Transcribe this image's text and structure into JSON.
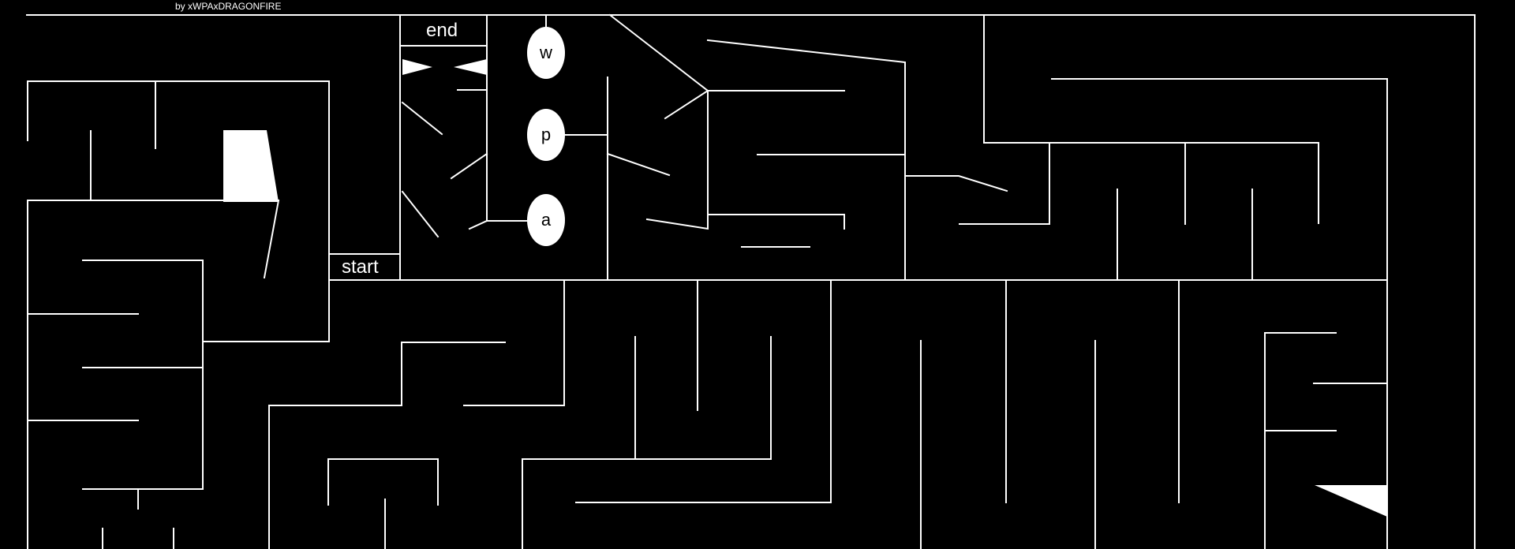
{
  "credit": "by xWPAxDRAGONFIRE",
  "labels": {
    "start": "start",
    "end": "end"
  },
  "nodes": [
    "w",
    "p",
    "a"
  ],
  "colors": {
    "background": "#000000",
    "lines": "#ffffff"
  }
}
